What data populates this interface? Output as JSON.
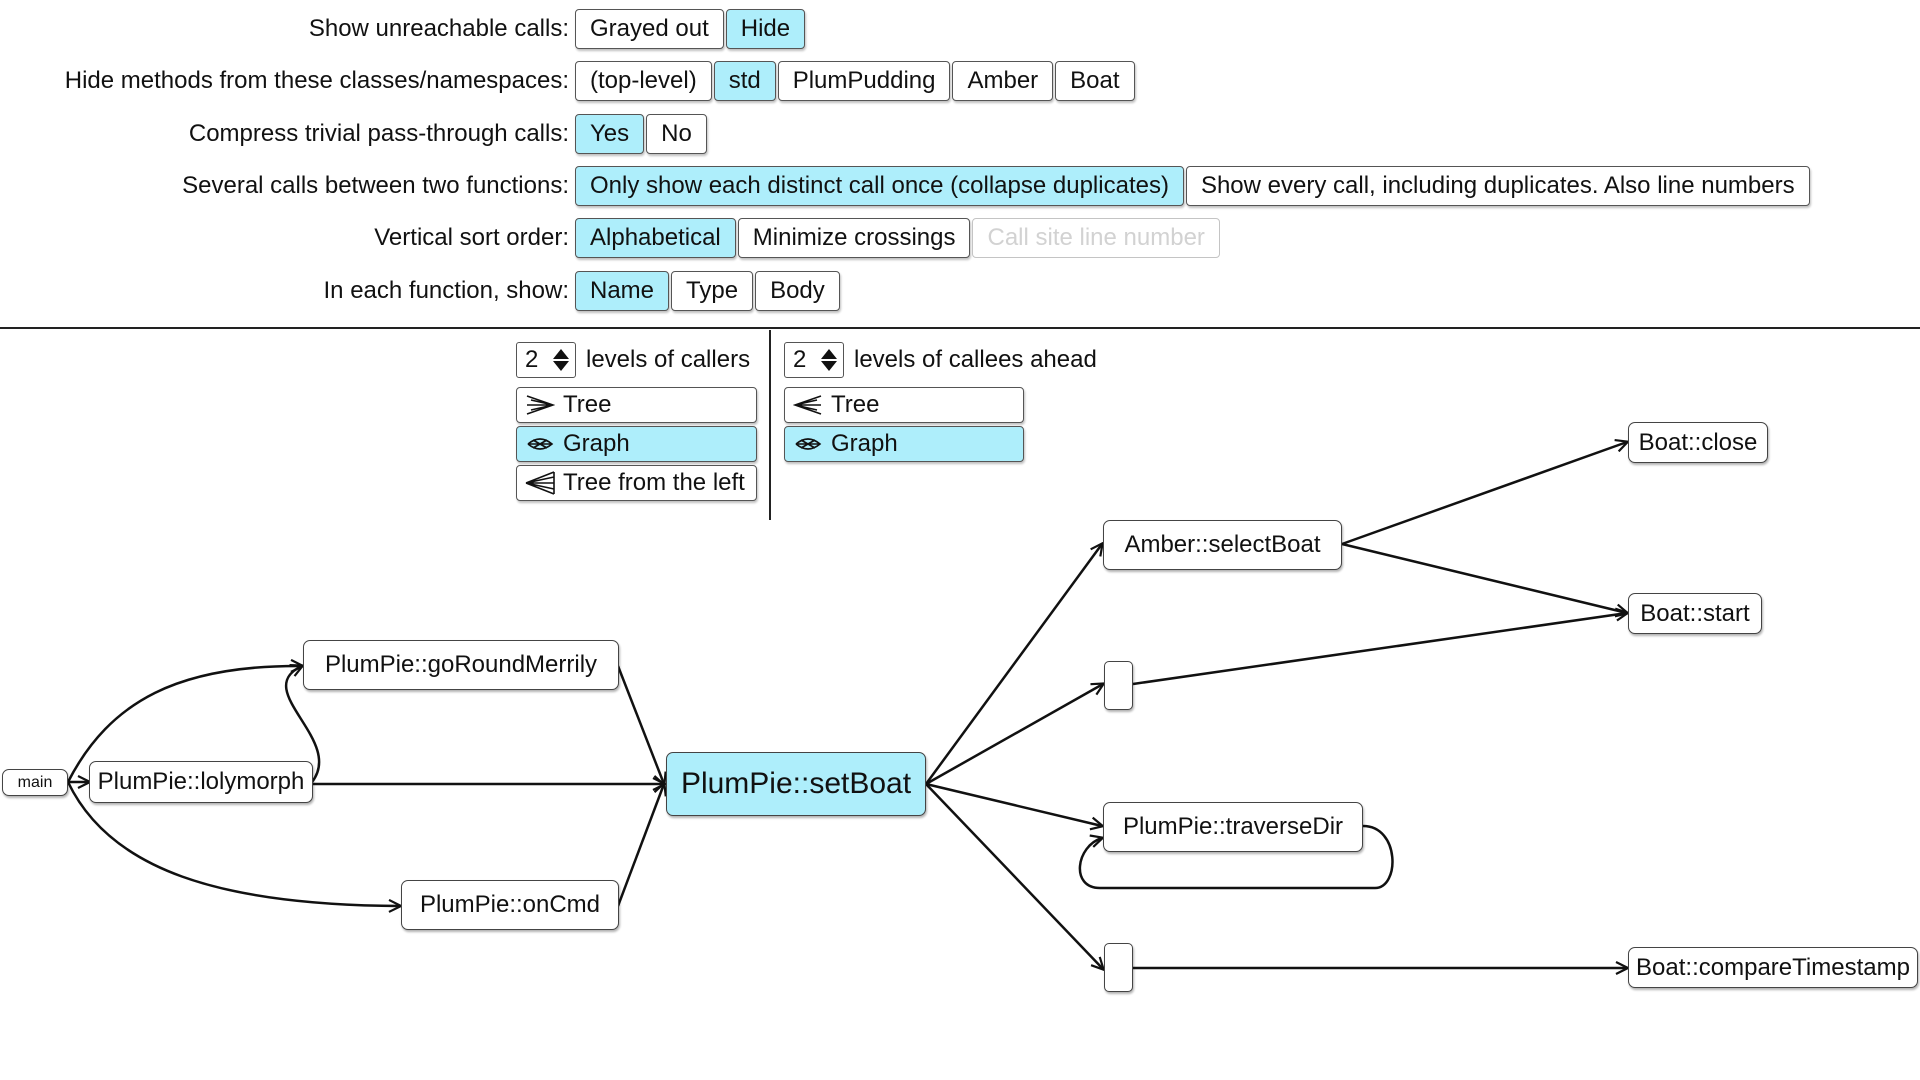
{
  "options": [
    {
      "label": "Show unreachable calls:",
      "buttons": [
        {
          "text": "Grayed out",
          "state": "normal"
        },
        {
          "text": "Hide",
          "state": "selected"
        }
      ]
    },
    {
      "label": "Hide methods from these classes/namespaces:",
      "buttons": [
        {
          "text": "(top-level)",
          "state": "normal"
        },
        {
          "text": "std",
          "state": "selected"
        },
        {
          "text": "PlumPudding",
          "state": "normal"
        },
        {
          "text": "Amber",
          "state": "normal"
        },
        {
          "text": "Boat",
          "state": "normal"
        }
      ]
    },
    {
      "label": "Compress trivial pass-through calls:",
      "buttons": [
        {
          "text": "Yes",
          "state": "selected"
        },
        {
          "text": "No",
          "state": "normal"
        }
      ]
    },
    {
      "label": "Several calls between two functions:",
      "buttons": [
        {
          "text": "Only show each distinct call once (collapse duplicates)",
          "state": "selected"
        },
        {
          "text": "Show every call, including duplicates. Also line numbers",
          "state": "normal"
        }
      ]
    },
    {
      "label": "Vertical sort order:",
      "buttons": [
        {
          "text": "Alphabetical",
          "state": "selected"
        },
        {
          "text": "Minimize crossings",
          "state": "normal"
        },
        {
          "text": "Call site line number",
          "state": "disabled"
        }
      ]
    },
    {
      "label": "In each function, show:",
      "buttons": [
        {
          "text": "Name",
          "state": "selected"
        },
        {
          "text": "Type",
          "state": "normal"
        },
        {
          "text": "Body",
          "state": "normal"
        }
      ]
    }
  ],
  "callers": {
    "levels": "2",
    "levels_label": "levels of callers",
    "modes": [
      {
        "text": "Tree",
        "icon": "tree-right-icon",
        "selected": false
      },
      {
        "text": "Graph",
        "icon": "graph-icon",
        "selected": true
      },
      {
        "text": "Tree from the left",
        "icon": "tree-from-left-icon",
        "selected": false
      }
    ]
  },
  "callees": {
    "levels": "2",
    "levels_label": "levels of callees ahead",
    "modes": [
      {
        "text": "Tree",
        "icon": "tree-left-icon",
        "selected": false
      },
      {
        "text": "Graph",
        "icon": "graph-icon",
        "selected": true
      }
    ]
  },
  "graph": {
    "focus": "PlumPie::setBoat",
    "nodes": {
      "main": "main",
      "lolymorph": "PlumPie::lolymorph",
      "goRound": "PlumPie::goRoundMerrily",
      "onCmd": "PlumPie::onCmd",
      "setBoat": "PlumPie::setBoat",
      "selectBoat": "Amber::selectBoat",
      "blank1": "",
      "traverseDir": "PlumPie::traverseDir",
      "blank2": "",
      "close": "Boat::close",
      "start": "Boat::start",
      "compareTimestamp": "Boat::compareTimestamp"
    },
    "edges": [
      [
        "main",
        "goRound"
      ],
      [
        "main",
        "lolymorph"
      ],
      [
        "main",
        "onCmd"
      ],
      [
        "lolymorph",
        "goRound"
      ],
      [
        "lolymorph",
        "setBoat"
      ],
      [
        "goRound",
        "setBoat"
      ],
      [
        "onCmd",
        "setBoat"
      ],
      [
        "setBoat",
        "selectBoat"
      ],
      [
        "setBoat",
        "blank1"
      ],
      [
        "setBoat",
        "traverseDir"
      ],
      [
        "setBoat",
        "blank2"
      ],
      [
        "traverseDir",
        "traverseDir"
      ],
      [
        "selectBoat",
        "close"
      ],
      [
        "selectBoat",
        "start"
      ],
      [
        "blank1",
        "start"
      ],
      [
        "blank2",
        "compareTimestamp"
      ]
    ]
  }
}
